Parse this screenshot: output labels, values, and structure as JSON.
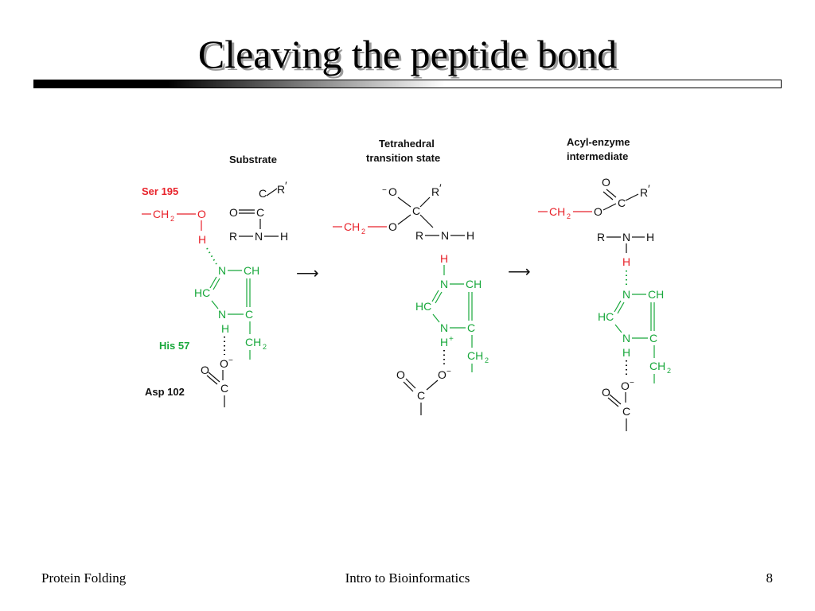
{
  "slide": {
    "title": "Cleaving the peptide bond"
  },
  "figure": {
    "colors": {
      "serine": "#e8222a",
      "histidine": "#19a83c",
      "text": "#111111"
    },
    "panels": {
      "substrate": {
        "heading": "Substrate",
        "ser_label": "Ser 195",
        "his_label": "His 57",
        "asp_label": "Asp 102"
      },
      "transition": {
        "heading_line1": "Tetrahedral",
        "heading_line2": "transition state"
      },
      "acyl": {
        "heading_line1": "Acyl-enzyme",
        "heading_line2": "intermediate"
      }
    },
    "atoms": {
      "C": "C",
      "O": "O",
      "N": "N",
      "H": "H",
      "R": "R",
      "CH": "CH",
      "HC": "HC",
      "CH2": "CH",
      "sub2": "2",
      "prime": "′",
      "minus": "−",
      "plus": "+",
      "arrow": "⟶",
      "neg_O": "−O",
      "O_neg": "O−",
      "bond_CH2": "—CH",
      "O_eq": "O═C"
    }
  },
  "footer": {
    "left": "Protein Folding",
    "center": "Intro to Bioinformatics",
    "page": "8"
  }
}
